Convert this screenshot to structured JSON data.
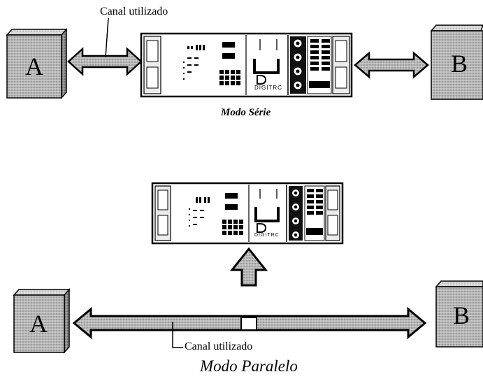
{
  "serie": {
    "channel_label": "Canal utilizado",
    "mode_label": "Modo Série",
    "box_a": "A",
    "box_b": "B",
    "device_brand": "DIGITRC"
  },
  "paralelo": {
    "channel_label": "Canal utilizado",
    "mode_label": "Modo Paralelo",
    "box_a": "A",
    "box_b": "B",
    "device_brand": "DIGITRC"
  }
}
